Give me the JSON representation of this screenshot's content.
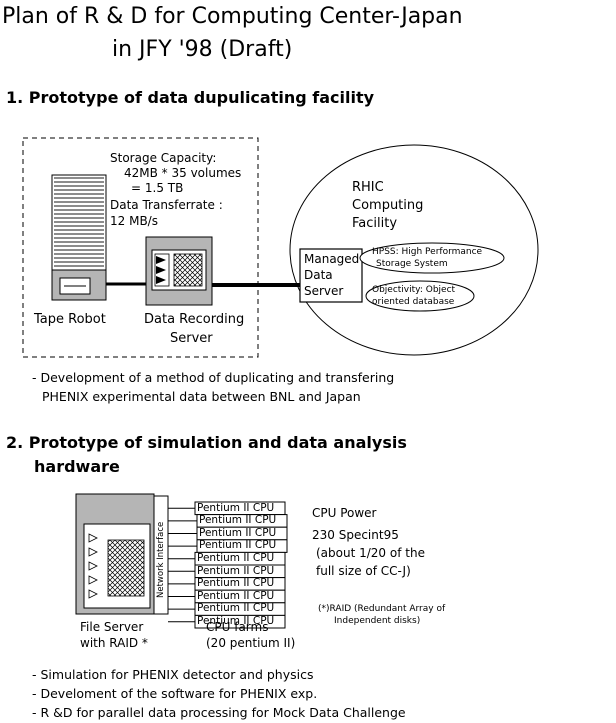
{
  "title": {
    "line1": "Plan of R & D for Computing Center-Japan",
    "line2": "in JFY '98  (Draft)"
  },
  "section1": {
    "heading": "1.  Prototype of data dupulicating facility",
    "capacity_label": "Storage Capacity:",
    "capacity_line1": "42MB * 35 volumes",
    "capacity_line2": "= 1.5 TB",
    "rate_label": "Data Transferrate :",
    "rate_value": "12 MB/s",
    "tape_robot": "Tape Robot",
    "data_recording_server_1": "Data Recording",
    "data_recording_server_2": "Server",
    "rhic_1": "RHIC",
    "rhic_2": "Computing",
    "rhic_3": "Facility",
    "managed_1": "Managed",
    "managed_2": "Data",
    "managed_3": "Server",
    "hpss_1": "HPSS: High Performance",
    "hpss_2": "Storage System",
    "objectivity_1": "Objectivity: Object",
    "objectivity_2": "oriented database",
    "note_1": "- Development of a method of duplicating and transfering",
    "note_2": "PHENIX experimental data between BNL and Japan"
  },
  "section2": {
    "heading_1": "2.  Prototype of simulation and data analysis",
    "heading_2": "hardware",
    "network_interface": "Network Interface",
    "cpu_label": "Pentium II CPU",
    "cpu_count": 10,
    "cpu_power_label": "CPU Power",
    "cpu_power_1": "230 Specint95",
    "cpu_power_2": "(about 1/20 of the",
    "cpu_power_3": "full size of CC-J)",
    "raid_note_1": "(*)RAID (Redundant Array of",
    "raid_note_2": "Independent disks)",
    "file_server_1": "File Server",
    "file_server_2": "with RAID *",
    "cpu_farms_1": "CPU farms",
    "cpu_farms_2": "(20 pentium II)",
    "bullets": [
      "- Simulation for PHENIX detector and physics",
      "- Develoment of the software for PHENIX exp.",
      "- R &D for parallel data processing for Mock Data Challenge"
    ]
  }
}
